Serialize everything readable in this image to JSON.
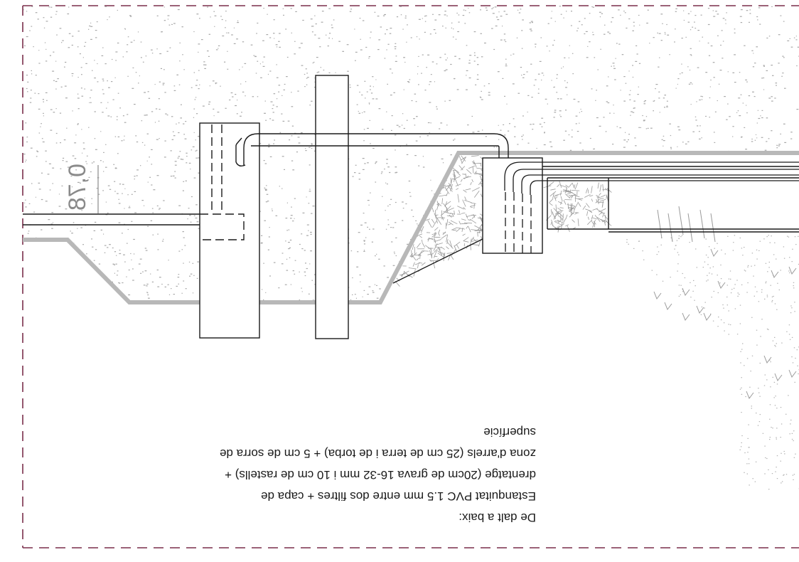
{
  "dimension_label": "0,78",
  "note_lines": [
    "De dalt a baix:",
    "Estanquitat PVC 1.5 mm entre dos filtres + capa de",
    "drentatge (20cm de grava 16-32 mm i 10 cm de rastells) +",
    "zona d'arrels (25 cm de terra i de torba) + 5 cm de sorra de",
    "superfície"
  ],
  "colors": {
    "line": "#1a1a1a",
    "boundary_dash": "#7a2e4a",
    "fill_stipple": "#9a9a9a",
    "grade_line": "#b8b8b8"
  }
}
